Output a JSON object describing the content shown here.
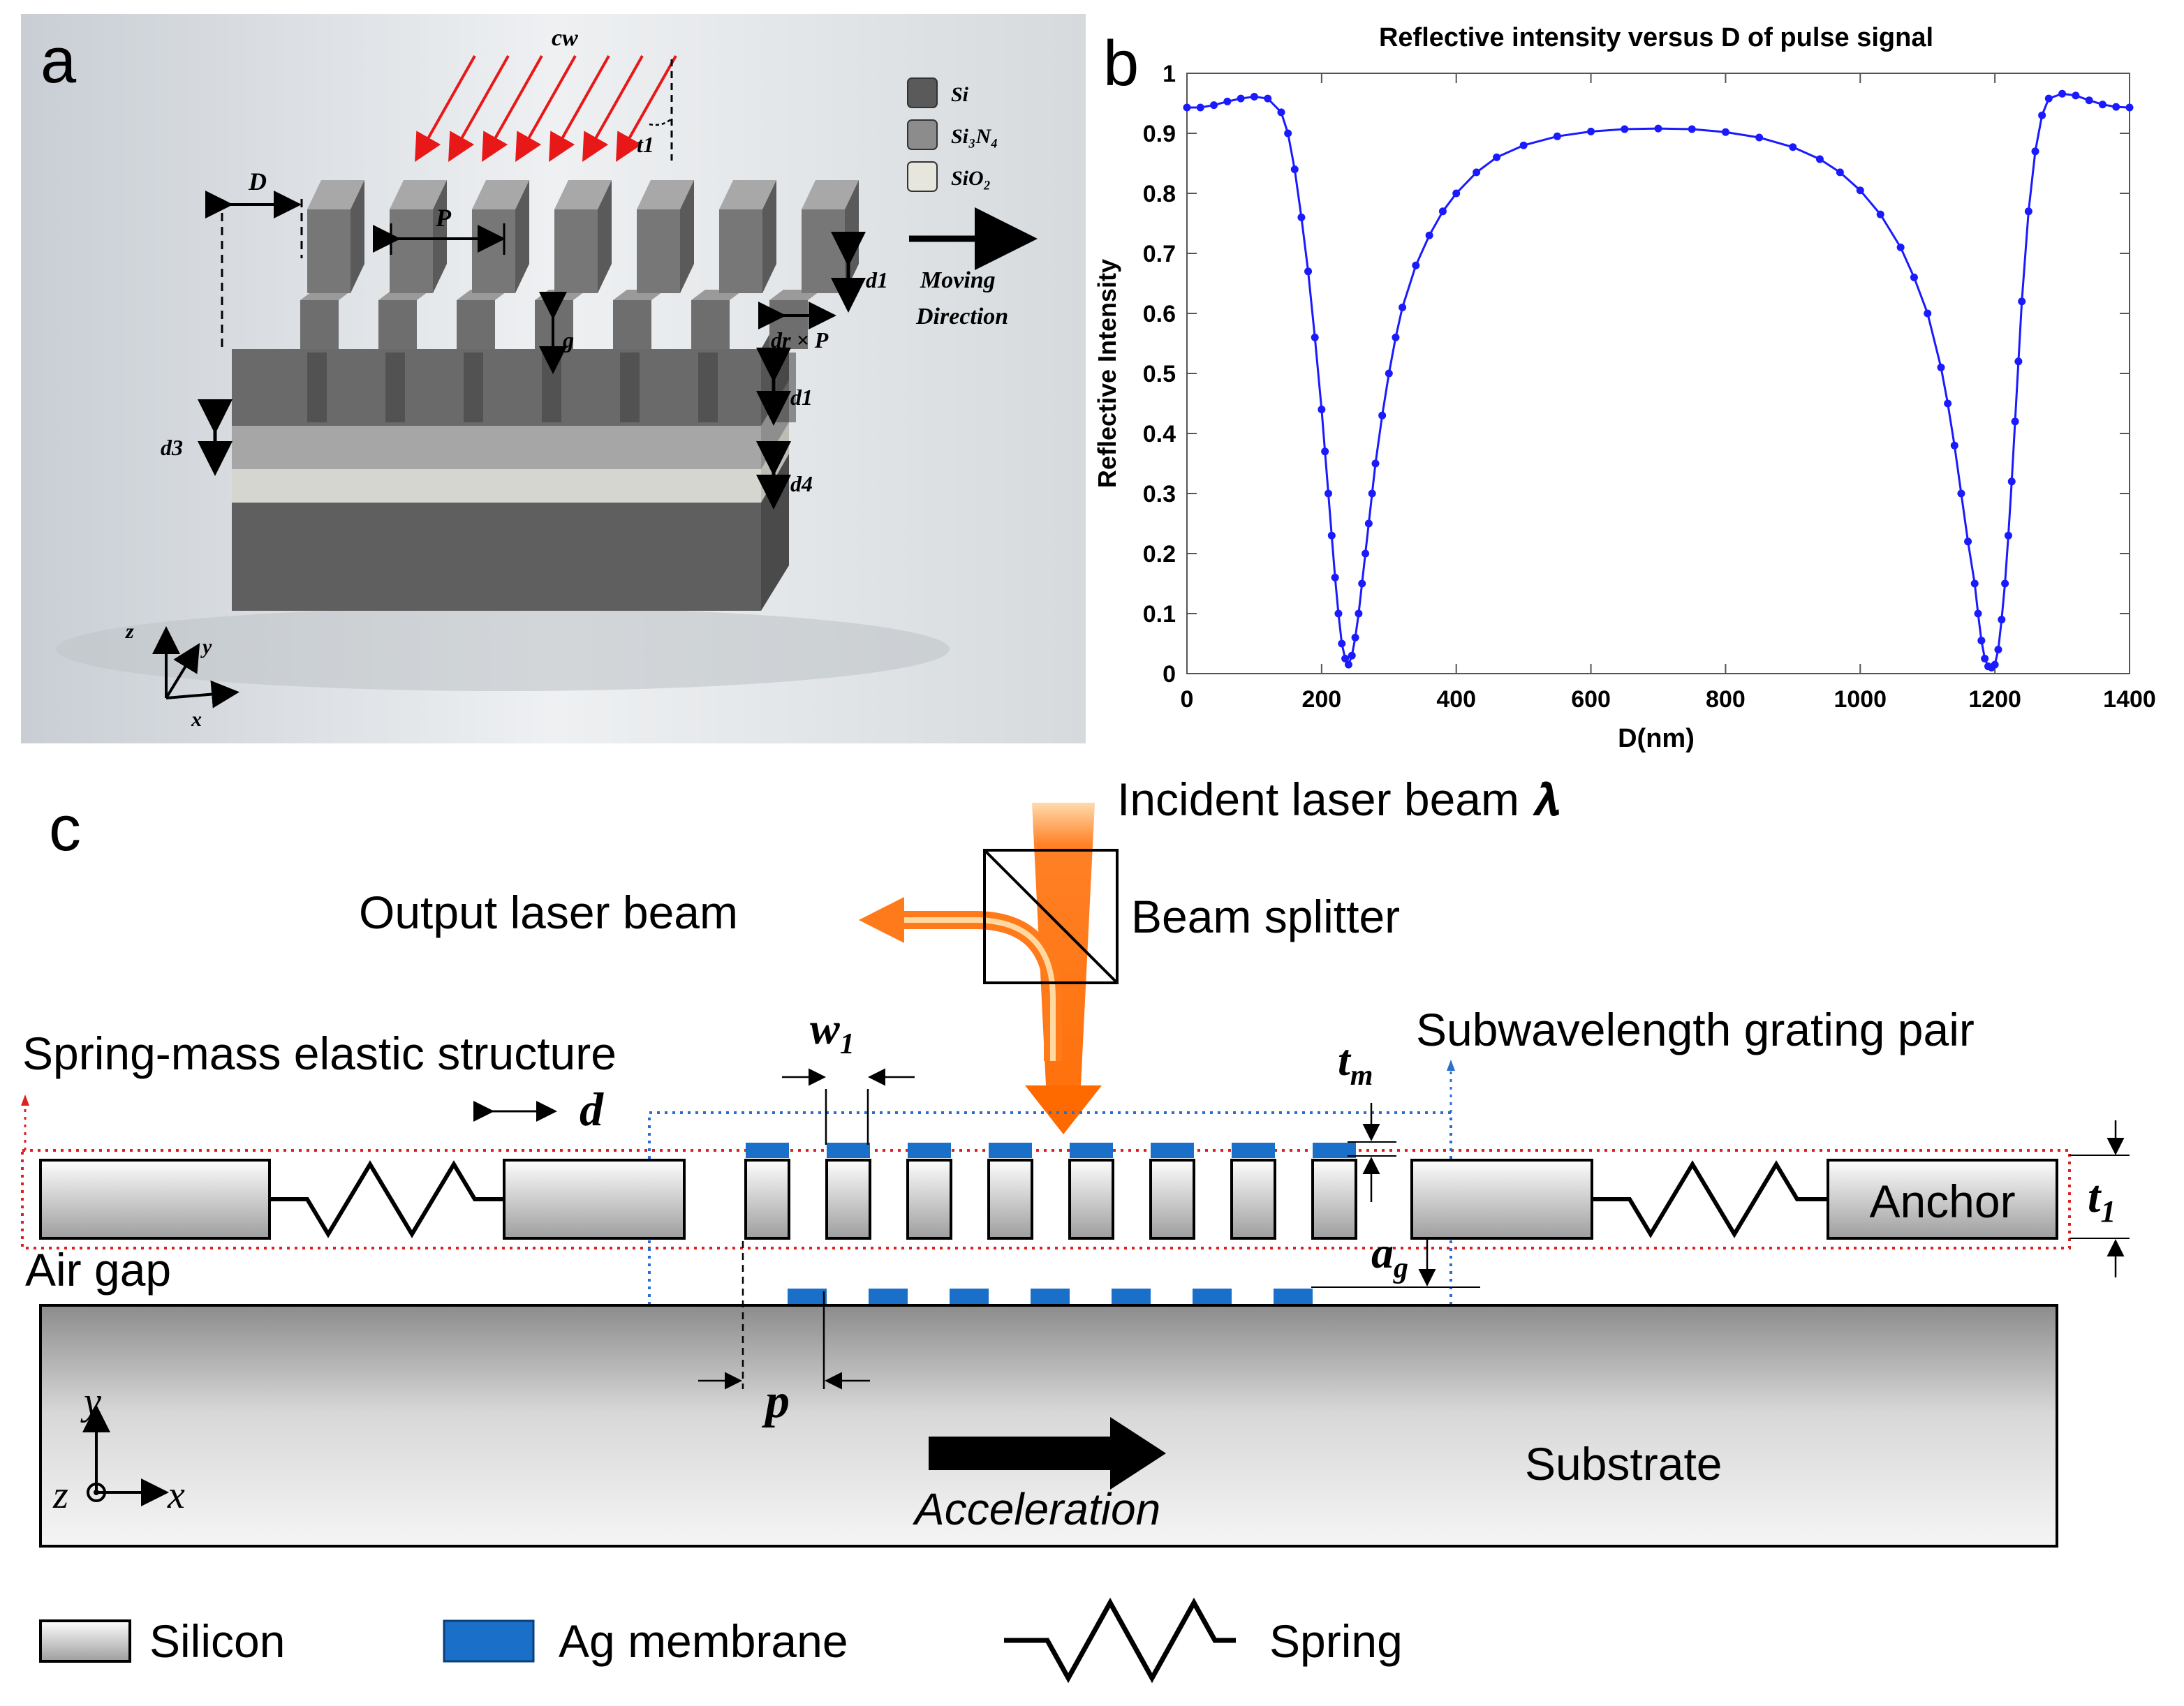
{
  "panel_labels": {
    "a": "a",
    "b": "b",
    "c": "c"
  },
  "panel_a": {
    "cw": "cw",
    "t1": "t1",
    "D": "D",
    "P": "P",
    "d1_top": "d1",
    "g": "g",
    "dr_P": "dr × P",
    "d1_mid": "d1",
    "d3": "d3",
    "d4": "d4",
    "moving": "Moving",
    "direction": "Direction",
    "axis_z": "z",
    "axis_y": "y",
    "axis_x": "x",
    "legend": [
      {
        "label": "Si",
        "color": "#5a5a5a"
      },
      {
        "label": "Si₃N₄",
        "color": "#8c8c8c"
      },
      {
        "label": "SiO₂",
        "color": "#e6e6dd"
      }
    ]
  },
  "chart_data": {
    "type": "line",
    "title": "Reflective intensity versus D of pulse signal",
    "xlabel": "D(nm)",
    "ylabel": "Reflective Intensity",
    "xlim": [
      0,
      1400
    ],
    "ylim": [
      0,
      1
    ],
    "xticks": [
      "0",
      "200",
      "400",
      "600",
      "800",
      "1000",
      "1200",
      "1400"
    ],
    "yticks": [
      "0",
      "0.1",
      "0.2",
      "0.3",
      "0.4",
      "0.5",
      "0.6",
      "0.7",
      "0.8",
      "0.9",
      "1"
    ],
    "grid": false,
    "color": "#1a1aff",
    "series": [
      {
        "name": "",
        "x": [
          0,
          20,
          40,
          60,
          80,
          100,
          120,
          140,
          150,
          160,
          170,
          180,
          190,
          200,
          205,
          210,
          215,
          220,
          225,
          230,
          235,
          240,
          245,
          250,
          255,
          260,
          265,
          270,
          275,
          280,
          290,
          300,
          310,
          320,
          340,
          360,
          380,
          400,
          430,
          460,
          500,
          550,
          600,
          650,
          700,
          750,
          800,
          850,
          900,
          940,
          970,
          1000,
          1030,
          1060,
          1080,
          1100,
          1120,
          1130,
          1140,
          1150,
          1160,
          1170,
          1175,
          1180,
          1185,
          1190,
          1195,
          1200,
          1205,
          1210,
          1215,
          1220,
          1225,
          1230,
          1235,
          1240,
          1250,
          1260,
          1270,
          1280,
          1300,
          1320,
          1340,
          1360,
          1380,
          1400
        ],
        "y": [
          0.943,
          0.943,
          0.947,
          0.953,
          0.958,
          0.961,
          0.958,
          0.935,
          0.9,
          0.84,
          0.76,
          0.67,
          0.56,
          0.44,
          0.37,
          0.3,
          0.23,
          0.16,
          0.1,
          0.05,
          0.025,
          0.015,
          0.03,
          0.06,
          0.1,
          0.15,
          0.2,
          0.25,
          0.3,
          0.35,
          0.43,
          0.5,
          0.56,
          0.61,
          0.68,
          0.73,
          0.77,
          0.8,
          0.835,
          0.86,
          0.88,
          0.895,
          0.903,
          0.907,
          0.908,
          0.907,
          0.902,
          0.893,
          0.877,
          0.857,
          0.835,
          0.805,
          0.765,
          0.71,
          0.66,
          0.6,
          0.51,
          0.45,
          0.38,
          0.3,
          0.22,
          0.15,
          0.1,
          0.055,
          0.025,
          0.012,
          0.01,
          0.015,
          0.04,
          0.09,
          0.15,
          0.23,
          0.32,
          0.42,
          0.52,
          0.62,
          0.77,
          0.87,
          0.93,
          0.958,
          0.966,
          0.963,
          0.955,
          0.948,
          0.944,
          0.943
        ]
      }
    ]
  },
  "panel_c": {
    "incident": "Incident laser beam 𝝀",
    "output": "Output laser beam",
    "beam_splitter": "Beam splitter",
    "spring_mass": "Spring-mass elastic structure",
    "grating_pair": "Subwavelength grating pair",
    "w1": "w",
    "w1_sub": "1",
    "tm": "t",
    "tm_sub": "m",
    "d": "d",
    "t1": "t",
    "t1_sub": "1",
    "ag": "a",
    "ag_sub": "g",
    "p": "p",
    "anchor": "Anchor",
    "air_gap": "Air gap",
    "substrate": "Substrate",
    "acceleration": "Acceleration",
    "axis_y": "y",
    "axis_z": "z",
    "axis_x": "x"
  },
  "legend_c": {
    "silicon": "Silicon",
    "ag_membrane": "Ag membrane",
    "spring": "Spring"
  },
  "colors": {
    "ag_blue": "#1a6fc9",
    "beam_orange": "#ff7a1a",
    "red_dotted": "#e02020",
    "blue_dotted": "#2a6fcf",
    "laser_red": "#e81818"
  }
}
